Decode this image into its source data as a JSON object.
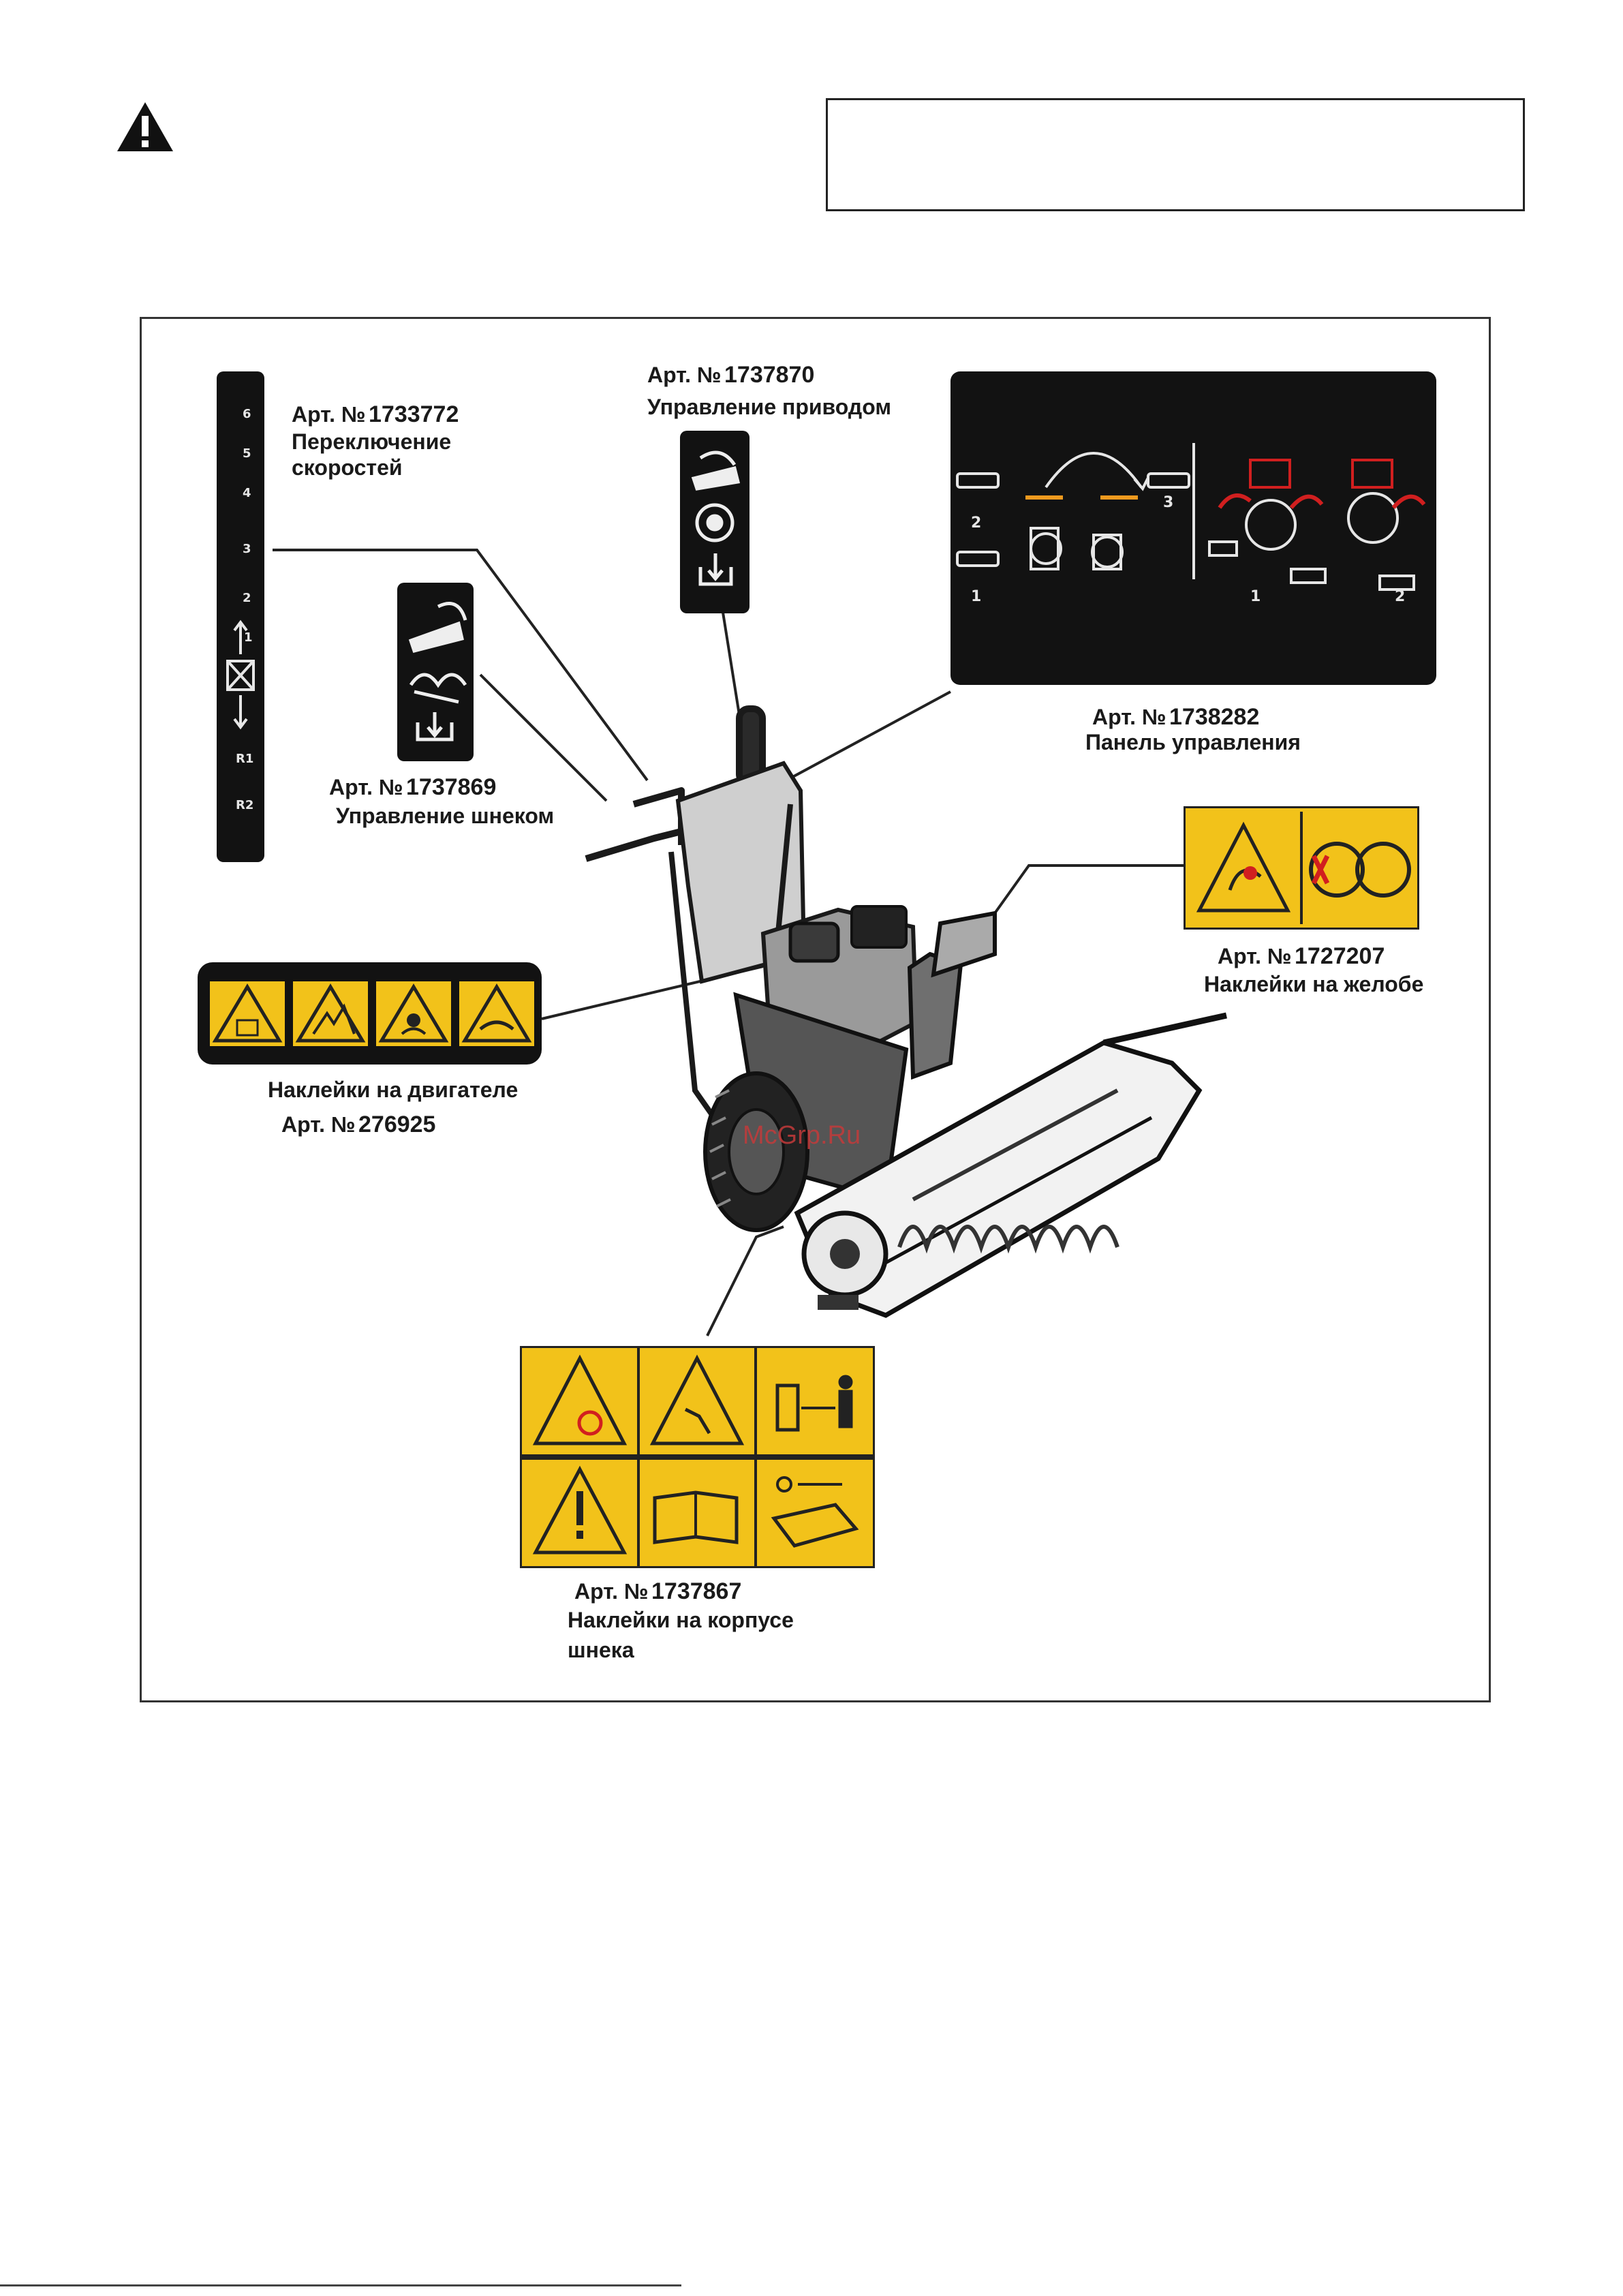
{
  "watermark": "McGrp.Ru",
  "callouts": {
    "gear_shift": {
      "art": "Арт. №",
      "num": "1733772",
      "desc_line1": "Переключение",
      "desc_line2": "скоростей"
    },
    "drive_control": {
      "art": "Арт. №",
      "num": "1737870",
      "desc": "Управление приводом"
    },
    "control_panel": {
      "art": "Арт. №",
      "num": "1738282",
      "desc": "Панель управления"
    },
    "auger_control": {
      "art": "Арт. №",
      "num": "1737869",
      "desc": "Управление шнеком"
    },
    "chute": {
      "art": "Арт. №",
      "num": "1727207",
      "desc": "Наклейки на желобе"
    },
    "engine": {
      "desc": "Наклейки на двигателе",
      "art": "Арт. №",
      "num": "276925"
    },
    "auger_housing": {
      "art": "Арт. №",
      "num": "1737867",
      "desc_line1": "Наклейки на корпусе",
      "desc_line2": "шнека"
    }
  },
  "gear_ticks": [
    "6",
    "5",
    "4",
    "3",
    "2",
    "1",
    "R1",
    "R2"
  ],
  "control_panel_steps": [
    "2",
    "3",
    "1",
    "1",
    "2"
  ],
  "colors": {
    "decal_dark": "#121212",
    "decal_yellow": "#f2c21a",
    "accent_red": "#d11f1f",
    "accent_orange": "#f09a1e"
  }
}
